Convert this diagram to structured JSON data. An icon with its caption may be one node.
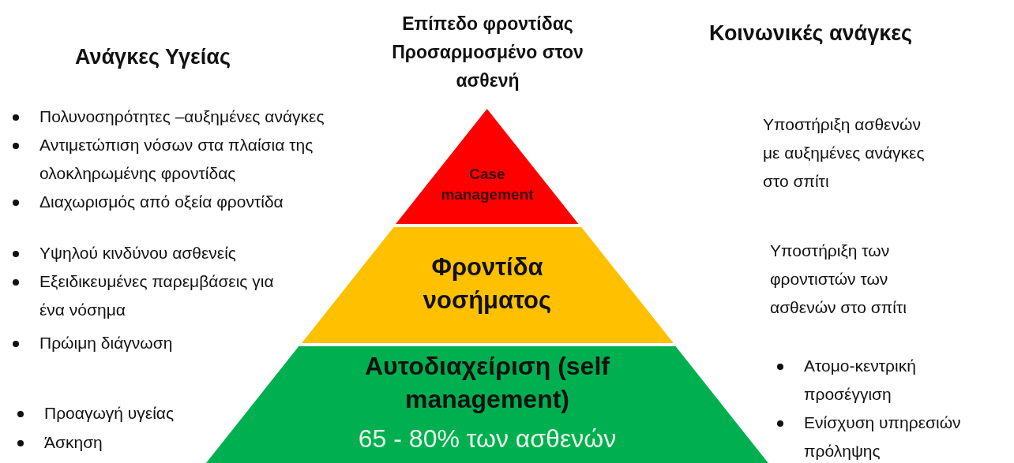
{
  "diagram": {
    "nodes": [
      {
        "text": [
          "Case management"
        ]
      },
      {
        "text": [
          "Φροντίδα νοσήματος"
        ]
      },
      {
        "text": [
          "Αυτοδιαχείριση (self management)",
          "65 - 80% των ασθενών"
        ]
      }
    ],
    "labels": [
      "Ανάγκες Υγείας",
      "Επίπεδο φροντίδας Προσαρμοσμένο στον ασθενή",
      "Κοινωνικές ανάγκες",
      "Πολυνοσηρότητες –αυξημένες ανάγκες",
      "Αντιμετώπιση νόσων στα πλαίσια της ολοκληρωμένης φροντίδας",
      "Διαχωρισμός από οξεία φροντίδα",
      "Υποστήριξη ασθενών με αυξημένες ανάγκες στο σπίτι",
      "Υψηλού κινδύνου ασθενείς",
      "Εξειδικευμένες παρεμβάσεις για ένα νόσημα",
      "Πρώιμη διάγνωση",
      "Υποστήριξη των φροντιστών των ασθενών στο σπίτι",
      "Προαγωγή υγείας",
      "Άσκηση",
      "Ατομο-κεντρική προσέγγιση",
      "Ενίσχυση υπηρεσιών πρόληψης"
    ]
  }
}
